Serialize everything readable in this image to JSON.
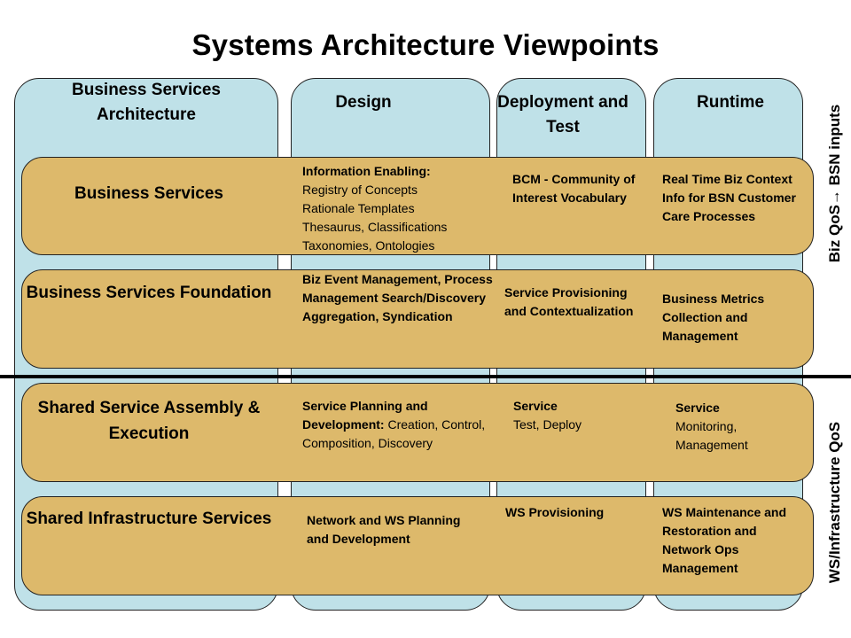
{
  "title": "Systems Architecture Viewpoints",
  "columns": {
    "business": "Business Services Architecture",
    "design": "Design",
    "deployment": "Deployment and Test",
    "runtime": "Runtime"
  },
  "rows": [
    {
      "label": "Business Services",
      "design_lines": [
        "Information Enabling:",
        "Registry of Concepts",
        "Rationale Templates",
        "Thesaurus, Classifications",
        "Taxonomies, Ontologies"
      ],
      "deployment": "BCM - Community of Interest Vocabulary",
      "runtime": "Real Time Biz Context Info for BSN Customer Care Processes"
    },
    {
      "label": "Business Services Foundation",
      "design": "Biz Event Management, Process Management Search/Discovery Aggregation, Syndication",
      "deployment": "Service Provisioning and Contextualization",
      "runtime": "Business Metrics Collection and Management"
    },
    {
      "label": "Shared Service Assembly & Execution",
      "design_bold": "Service Planning and Development:",
      "design_rest": " Creation, Control, Composition, Discovery",
      "deployment_bold": "Service",
      "deployment_rest": "Test, Deploy",
      "runtime_bold": "Service",
      "runtime_rest": "Monitoring, Management"
    },
    {
      "label": "Shared Infrastructure Services",
      "design": "Network and WS Planning and Development",
      "deployment": "WS Provisioning",
      "runtime": "WS Maintenance and Restoration and Network Ops Management"
    }
  ],
  "side_labels": {
    "upper_prefix": "Biz QoS",
    "upper_suffix": " BSN inputs",
    "upper_arrow_icon": "right-arrow-icon",
    "lower": "WS/Infrastructure QoS"
  },
  "colors": {
    "column_fill": "#bfe1e8",
    "row_fill": "#ddb96b",
    "outline": "#222222"
  }
}
